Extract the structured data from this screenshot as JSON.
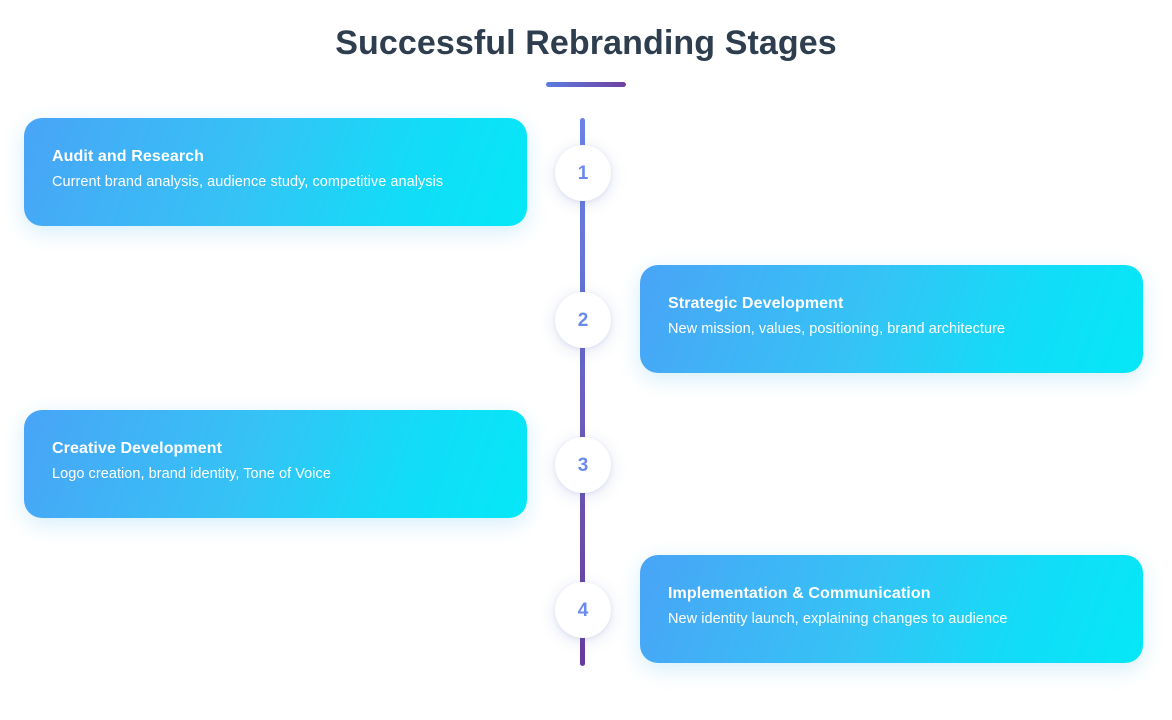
{
  "header": {
    "title": "Successful Rebranding Stages",
    "underline_gradient_from": "#5b7ce0",
    "underline_gradient_to": "#7040a0"
  },
  "theme": {
    "background": "#ffffff",
    "title_color": "#2e3e4e",
    "card_gradient_from": "#49a4f7",
    "card_gradient_to": "#04e8f7",
    "card_text_color": "#ffffff",
    "marker_background": "#ffffff",
    "marker_number_color": "#6b8aef",
    "spine_gradient_from": "#6b82e8",
    "spine_gradient_to": "#69399e"
  },
  "timeline": {
    "stages": [
      {
        "number": "1",
        "side": "left",
        "title": "Audit and Research",
        "description": "Current brand analysis, audience study, competitive analysis"
      },
      {
        "number": "2",
        "side": "right",
        "title": "Strategic Development",
        "description": "New mission, values, positioning, brand architecture"
      },
      {
        "number": "3",
        "side": "left",
        "title": "Creative Development",
        "description": "Logo creation, brand identity, Tone of Voice"
      },
      {
        "number": "4",
        "side": "right",
        "title": "Implementation & Communication",
        "description": "New identity launch, explaining changes to audience"
      }
    ]
  }
}
